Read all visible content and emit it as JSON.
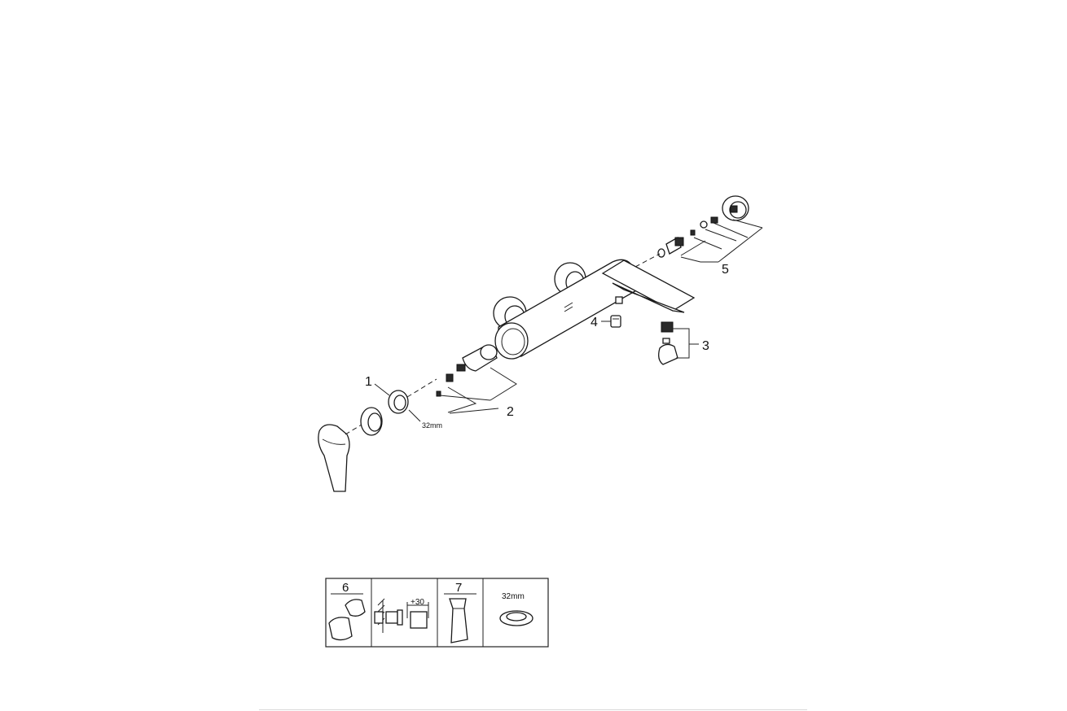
{
  "callouts": {
    "c1": "1",
    "c2": "2",
    "c3": "3",
    "c4": "4",
    "c5": "5"
  },
  "dimension_label": "32mm",
  "accessory_box": {
    "item6_number": "6",
    "item7_number": "7",
    "extension_label": "+30",
    "tool_size_label": "32mm"
  }
}
